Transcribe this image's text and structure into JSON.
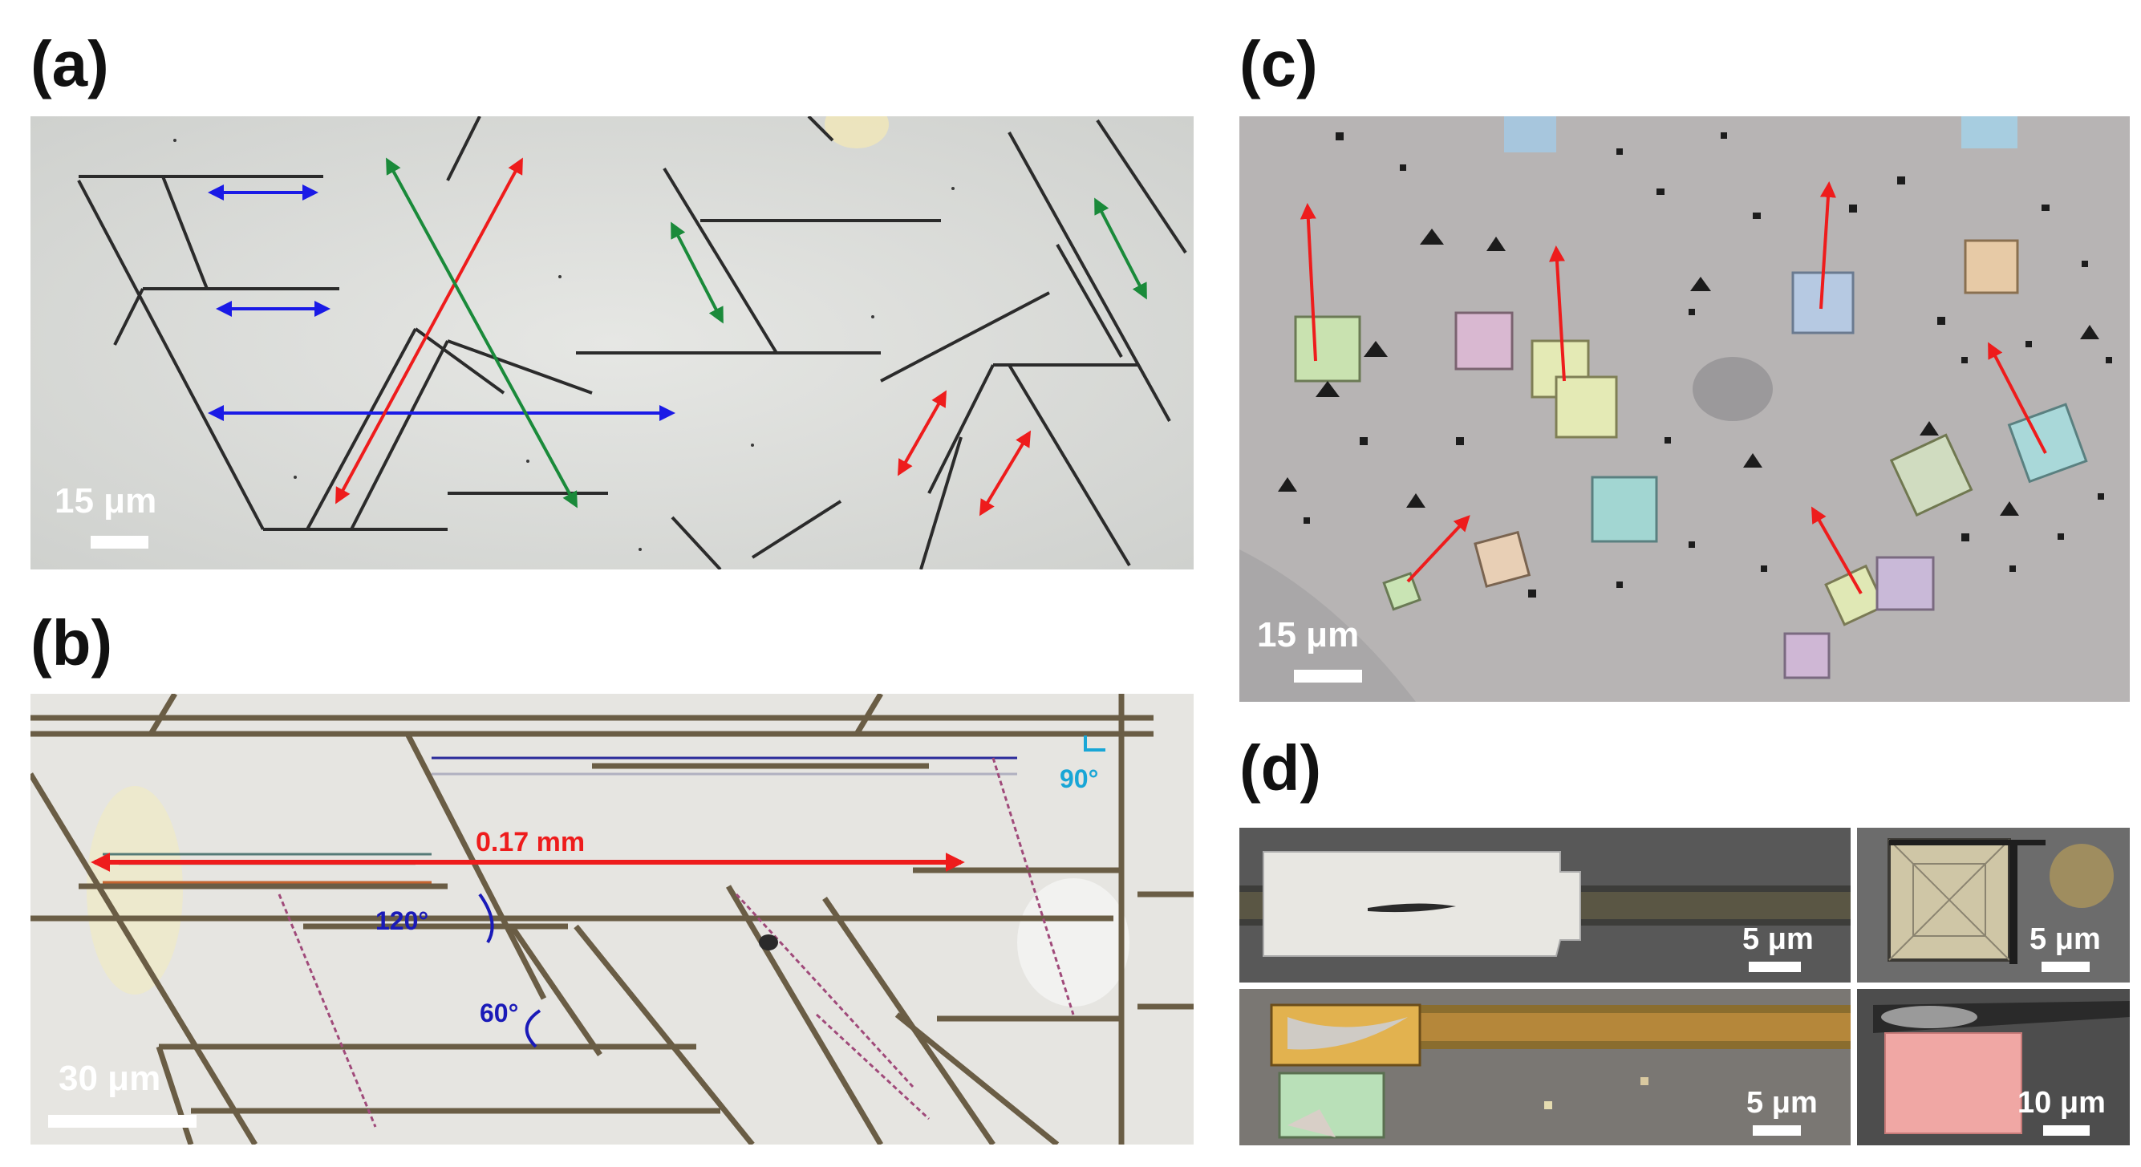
{
  "panels": {
    "a": {
      "label": "(a)",
      "scale": "15 μm"
    },
    "b": {
      "label": "(b)",
      "scale": "30 μm",
      "length": "0.17 mm",
      "angle_120": "120°",
      "angle_60": "60°",
      "angle_90": "90°"
    },
    "c": {
      "label": "(c)",
      "scale": "15 μm"
    },
    "d": {
      "label": "(d)",
      "scale_tl": "5 μm",
      "scale_tr": "5 μm",
      "scale_bl": "5 μm",
      "scale_br": "10 μm"
    }
  },
  "colors": {
    "arrow_red": "#ee1c1c",
    "arrow_blue": "#1a1ae6",
    "arrow_green": "#1a8a3a",
    "angle_blue": "#1a1ab8",
    "angle_cyan": "#19a6d6"
  }
}
